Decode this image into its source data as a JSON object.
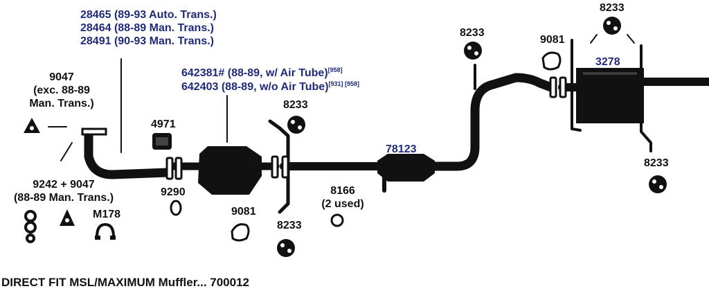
{
  "colors": {
    "pipe": "#111111",
    "part_number_blue": "#1f2a7a",
    "background": "#ffffff"
  },
  "labels": {
    "converter_group": [
      "28465 (89-93 Auto. Trans.)",
      "28464 (88-89 Man. Trans.)",
      "28491 (90-93 Man. Trans.)"
    ],
    "gasket_9047": [
      "9047",
      "(exc. 88-89",
      "Man. Trans.)"
    ],
    "kit_9242": [
      "9242 + 9047",
      "(88-89 Man. Trans.)"
    ],
    "m178": "M178",
    "p4971": "4971",
    "p9290": "9290",
    "resonator_line1": "642381# (88-89, w/ Air Tube)",
    "resonator_line1_sup": "[958]",
    "resonator_line2": "642403 (88-89, w/o Air Tube)",
    "resonator_line2_sup": "[931] [958]",
    "p9081_lower": "9081",
    "hanger_8233_mid": "8233",
    "hanger_8233_low": "8233",
    "p78123": "78123",
    "p8166": [
      "8166",
      "(2 used)"
    ],
    "hanger_8233_upper": "8233",
    "p9081_upper": "9081",
    "hanger_8233_top": "8233",
    "p3278": "3278",
    "hanger_8233_right": "8233",
    "footer": "DIRECT FIT MSL/MAXIMUM Muffler... 700012"
  }
}
